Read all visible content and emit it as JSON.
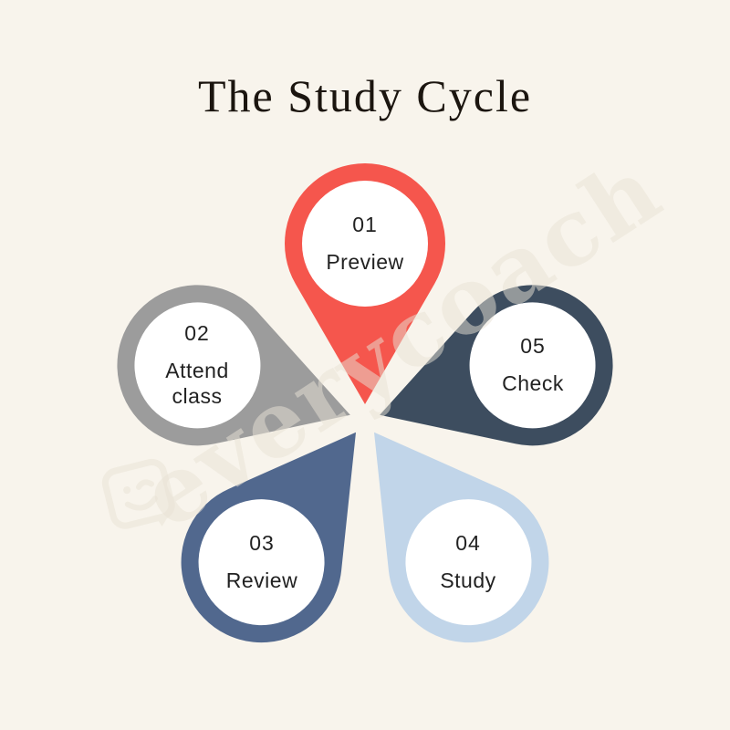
{
  "page": {
    "title": "The Study Cycle",
    "background_color": "#F8F4EC",
    "title_color": "#1B150F"
  },
  "watermark": {
    "text": "everycoach",
    "icon": "winking-smiley-bubble-icon",
    "color": "#E9E3D6"
  },
  "diagram": {
    "type": "cycle",
    "description": "Five pin/teardrop shapes arranged in a flower around a center point",
    "inner_circle_color": "#FFFFFF",
    "text_color": "#222222",
    "steps": [
      {
        "number": "01",
        "label": "Preview",
        "color": "#F5564D"
      },
      {
        "number": "02",
        "label": "Attend\nclass",
        "color": "#9C9C9C"
      },
      {
        "number": "03",
        "label": "Review",
        "color": "#51688E"
      },
      {
        "number": "04",
        "label": "Study",
        "color": "#C1D5E9"
      },
      {
        "number": "05",
        "label": "Check",
        "color": "#3D4D5F"
      }
    ]
  }
}
